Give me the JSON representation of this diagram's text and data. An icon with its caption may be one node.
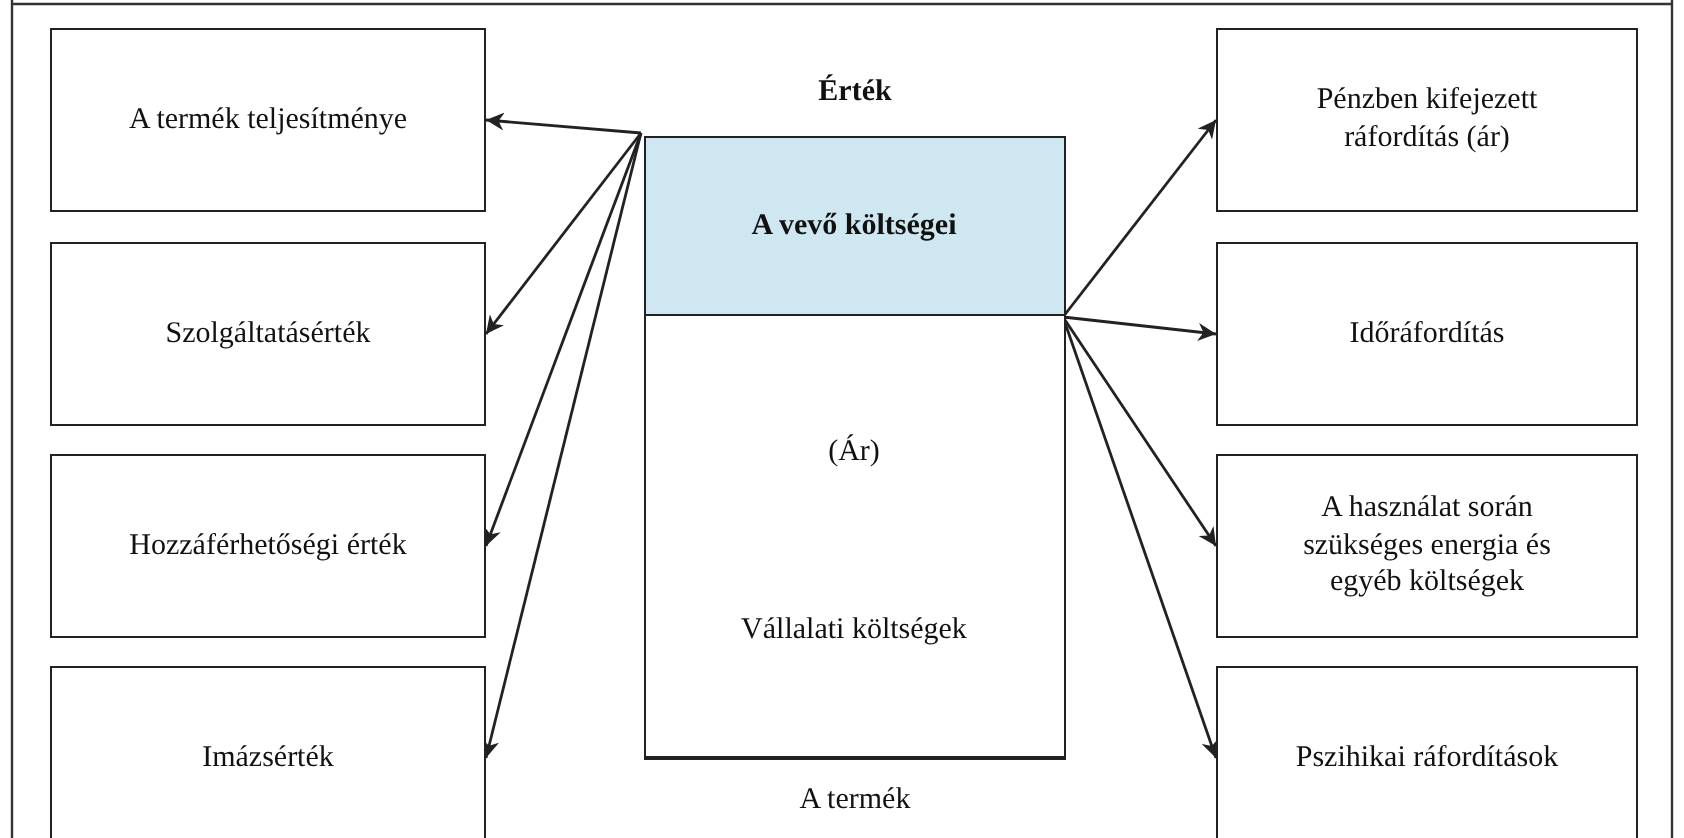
{
  "diagram": {
    "nodes": [
      {
        "text": [
          "A termék teljesítménye"
        ]
      },
      {
        "text": [
          "Szolgáltatásérték"
        ]
      },
      {
        "text": [
          "Hozzáférhetőségi érték"
        ]
      },
      {
        "text": [
          "Imázsérték"
        ]
      },
      {
        "text": [],
        "shape": "box",
        "beside": [
          "Érték",
          "A termék"
        ]
      },
      {
        "text": [
          "A vevő költségei"
        ],
        "in": 4
      },
      {
        "text": [
          "(Ár)",
          "Vállalati költségek"
        ],
        "in": 4
      },
      {
        "text": [
          "Pénzben kifejezett ráfordítás (ár)"
        ]
      },
      {
        "text": [
          "Időráfordítás"
        ]
      },
      {
        "text": [
          "A használat során szükséges energia és egyéb költségek"
        ]
      },
      {
        "text": [
          "Pszihikai ráfordítások"
        ]
      }
    ],
    "edges": [
      {
        "from": 5,
        "to": 0,
        "arrow": "to"
      },
      {
        "from": 5,
        "to": 1,
        "arrow": "to"
      },
      {
        "from": 5,
        "to": 2,
        "arrow": "to"
      },
      {
        "from": 5,
        "to": 3,
        "arrow": "to"
      },
      {
        "from": 5,
        "to": 7,
        "arrow": "to"
      },
      {
        "from": 5,
        "to": 8,
        "arrow": "to"
      },
      {
        "from": 5,
        "to": 9,
        "arrow": "to"
      },
      {
        "from": 5,
        "to": 10,
        "arrow": "to"
      }
    ]
  }
}
